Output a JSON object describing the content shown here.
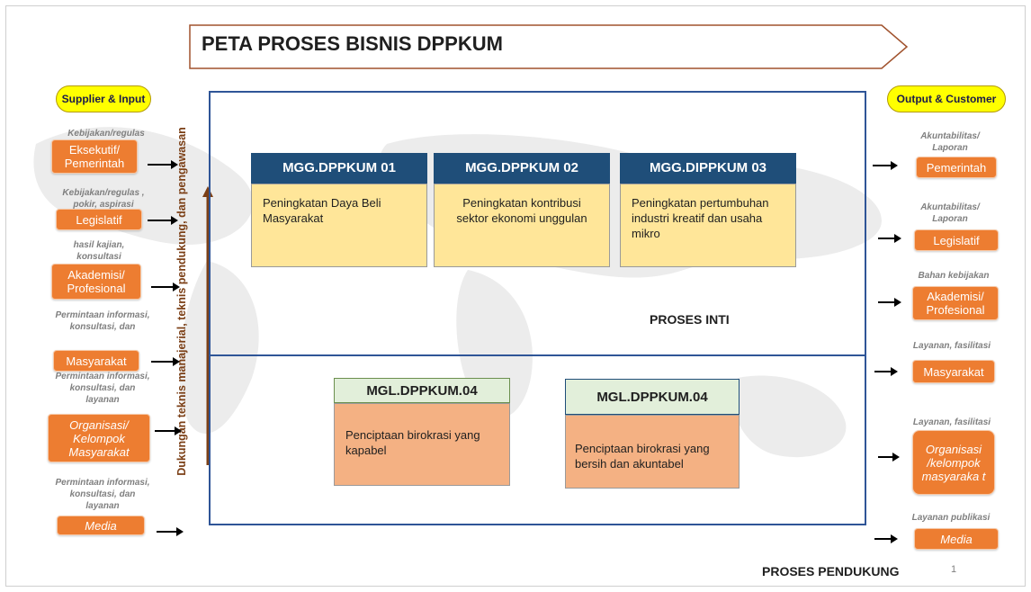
{
  "title": "PETA PROSES BISNIS DPPKUM",
  "supplier_label": "Supplier & Input",
  "output_label": "Output & Customer",
  "vertical_label": "Dukungan teknis manajerial, teknis pendukung, dan pengawasan",
  "inputs": [
    {
      "note": "Kebijakan/regulas",
      "box": "Eksekutif/ Pemerintah"
    },
    {
      "note": "Kebijakan/regulas , pokir, aspirasi",
      "box": "Legislatif"
    },
    {
      "note": "hasil kajian, konsultasi",
      "box": "Akademisi/ Profesional"
    },
    {
      "note": "Permintaan informasi, konsultasi, dan",
      "box": "Masyarakat"
    },
    {
      "note": "Permintaan informasi, konsultasi, dan layanan",
      "box": "Organisasi/ Kelompok Masyarakat"
    },
    {
      "note": "Permintaan informasi, konsultasi, dan layanan",
      "box": "Media"
    }
  ],
  "outputs": [
    {
      "note": "Akuntabilitas/ Laporan",
      "box": "Pemerintah"
    },
    {
      "note": "Akuntabilitas/ Laporan",
      "box": "Legislatif"
    },
    {
      "note": "Bahan kebijakan",
      "box": "Akademisi/ Profesional"
    },
    {
      "note": "Layanan, fasilitasi",
      "box": "Masyarakat"
    },
    {
      "note": "Layanan, fasilitasi",
      "box": "Organisasi /kelompok masyaraka t"
    },
    {
      "note": "Layanan publikasi",
      "box": "Media"
    }
  ],
  "core_cards": [
    {
      "head": "MGG.DPPKUM 01",
      "body": "Peningkatan Daya Beli Masyarakat"
    },
    {
      "head": "MGG.DPPKUM 02",
      "body": "Peningkatan kontribusi sektor ekonomi unggulan"
    },
    {
      "head": "MGG.DIPPKUM 03",
      "body": "Peningkatan pertumbuhan industri kreatif dan usaha mikro"
    }
  ],
  "support_cards": [
    {
      "head": "MGL.DPPKUM.04",
      "body": "Penciptaan birokrasi yang kapabel"
    },
    {
      "head": "MGL.DPPKUM.04",
      "body": "Penciptaan birokrasi yang bersih dan akuntabel"
    }
  ],
  "core_label": "PROSES INTI",
  "support_label": "PROSES PENDUKUNG",
  "page_number": "1",
  "colors": {
    "orange": "#ed7d31",
    "navy": "#1f4e79",
    "card_yellow": "#ffe699",
    "card_salmon": "#f4b183",
    "head_green": "#e2efda",
    "pill_yellow": "#ffff00"
  }
}
